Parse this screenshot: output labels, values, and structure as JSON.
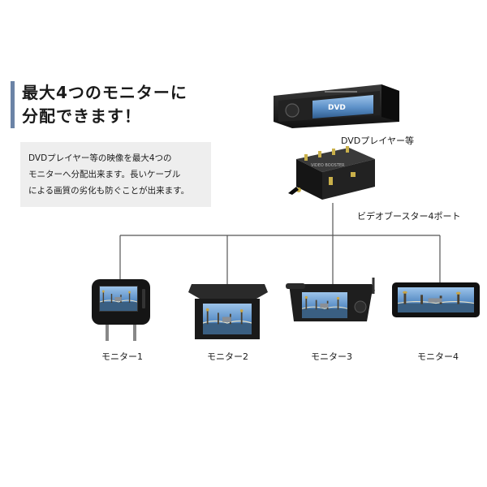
{
  "headline": {
    "line1": "最大4つのモニターに",
    "line2": "分配できます！"
  },
  "description": "DVDプレイヤー等の映像を最大4つの\nモニターへ分配出来ます。長いケーブル\nによる画質の劣化も防ぐことが出来ます。",
  "dvd_player": {
    "label": "DVDプレイヤー等",
    "panel_text": "DVD"
  },
  "booster": {
    "label": "ビデオブースター4ポート",
    "panel_text": "VIDEO BOOSTER"
  },
  "monitors": [
    {
      "label": "モニター1"
    },
    {
      "label": "モニター2"
    },
    {
      "label": "モニター3"
    },
    {
      "label": "モニター4"
    }
  ],
  "colors": {
    "accent": "#6b83a6",
    "line": "#555555",
    "device_body": "#1c1c1c",
    "screen_sky": "#5b8fc7"
  }
}
